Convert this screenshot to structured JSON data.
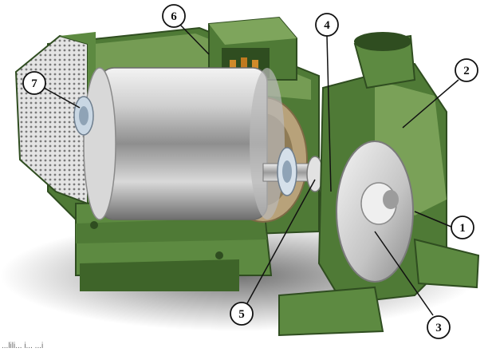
{
  "callouts": [
    {
      "id": "1",
      "label": "1"
    },
    {
      "id": "2",
      "label": "2"
    },
    {
      "id": "3",
      "label": "3"
    },
    {
      "id": "4",
      "label": "4"
    },
    {
      "id": "5",
      "label": "5"
    },
    {
      "id": "6",
      "label": "6"
    },
    {
      "id": "7",
      "label": "7"
    }
  ],
  "colors": {
    "casing": "#4f7a36",
    "casing_dark": "#2f4d20",
    "casing_light": "#7ea55c",
    "casing_mid": "#5d8a41",
    "rotor": "#bdbdbd",
    "impeller": "#d6d6d6",
    "winding": "#b8a27a",
    "background": "#ffffff",
    "label_circle_fill": "#ffffff",
    "label_circle_stroke": "#111111"
  },
  "caption": "...lili... i... ...i"
}
